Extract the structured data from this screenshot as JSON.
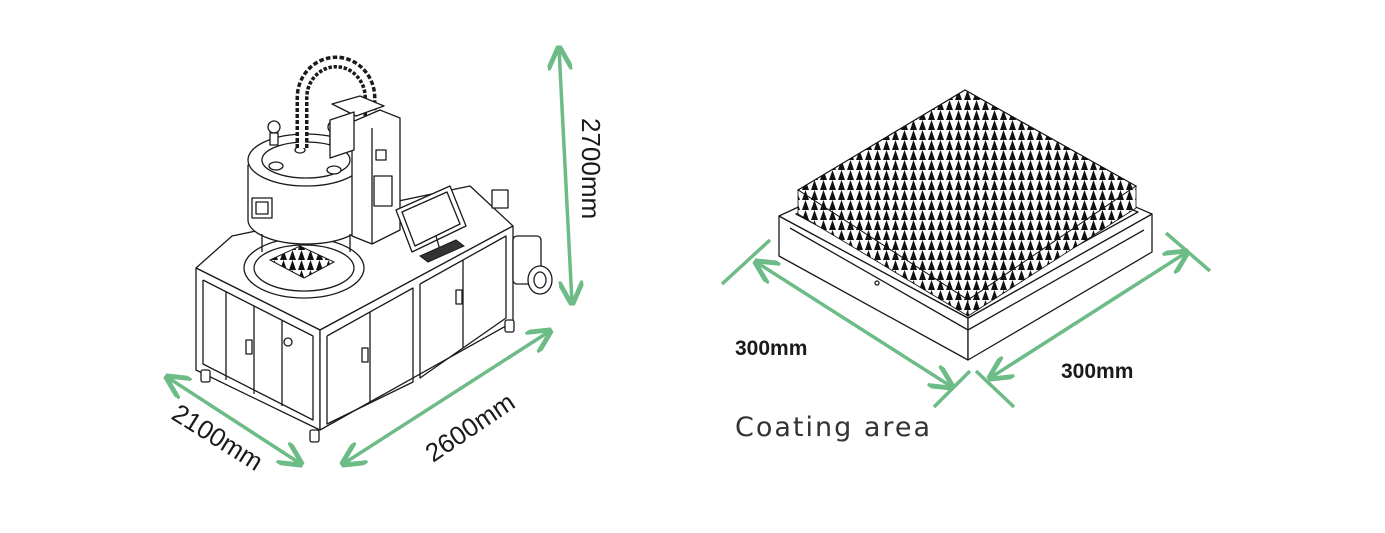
{
  "machine": {
    "dims": {
      "height": "2700mm",
      "depth": "2100mm",
      "width": "2600mm"
    }
  },
  "coating": {
    "dims": {
      "left": "300mm",
      "right": "300mm"
    },
    "caption": "Coating area"
  },
  "colors": {
    "arrow": "#6dbb86",
    "line": "#1a1a1a"
  }
}
